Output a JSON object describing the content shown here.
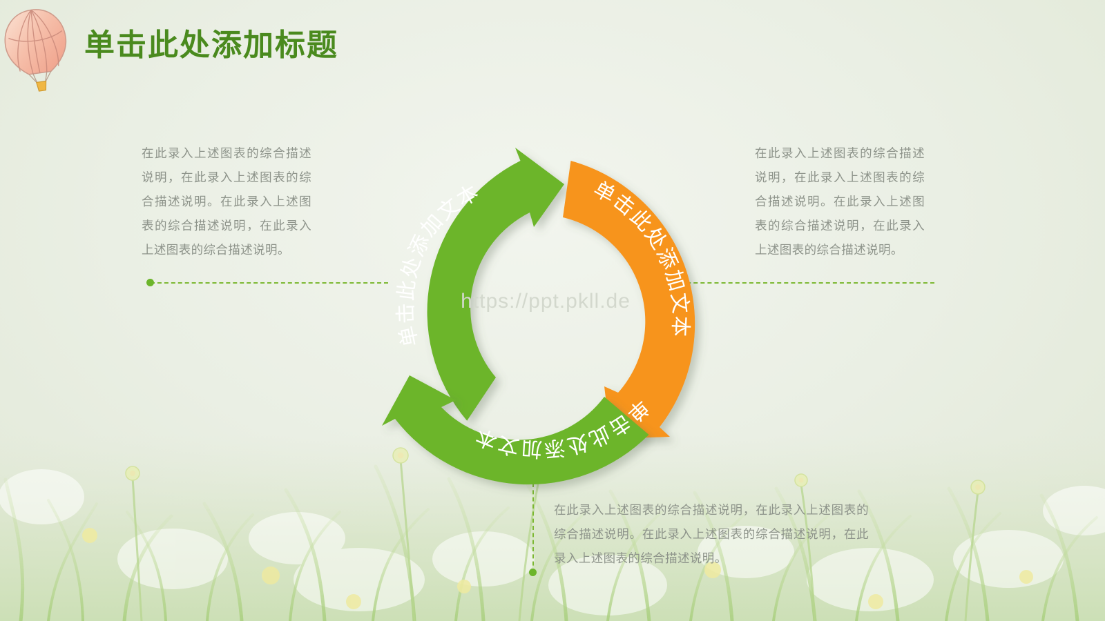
{
  "header": {
    "title": "单击此处添加标题",
    "title_color": "#4a8a1e",
    "decoration_icon": "hot-air-balloon-icon"
  },
  "watermark": {
    "text": "https://ppt.pkll.de"
  },
  "body_text": {
    "left": "在此录入上述图表的综合描述说明，在此录入上述图表的综合描述说明。在此录入上述图表的综合描述说明，在此录入上述图表的综合描述说明。",
    "right": "在此录入上述图表的综合描述说明，在此录入上述图表的综合描述说明。在此录入上述图表的综合描述说明，在此录入上述图表的综合描述说明。",
    "bottom": "在此录入上述图表的综合描述说明，在此录入上述图表的综合描述说明。在此录入上述图表的综合描述说明，在此录入上述图表的综合描述说明。"
  },
  "diagram": {
    "type": "three-step-cycle",
    "accent_green": "#6cb52a",
    "accent_orange": "#f7941e",
    "segments": [
      {
        "id": "segment-left",
        "label": "单击此处添加文本",
        "color": "#6cb52a"
      },
      {
        "id": "segment-right",
        "label": "单击此处添加文本",
        "color": "#f7941e"
      },
      {
        "id": "segment-bottom",
        "label": "单击此处添加文本",
        "color": "#6cb52a"
      }
    ]
  },
  "connectors": {
    "line_color": "#7cb832",
    "dot_color": "#6cb52a"
  }
}
